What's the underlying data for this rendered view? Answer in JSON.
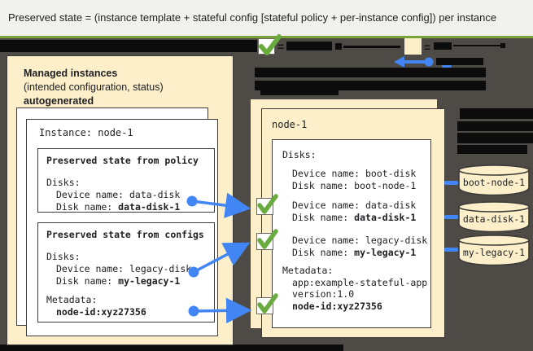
{
  "banner": {
    "text": "Preserved state = (instance template + stateful config [stateful policy + per-instance config]) per instance"
  },
  "colors": {
    "green_divider": "#79a339",
    "check_green": "#6aab40",
    "blue": "#4285f4",
    "cream": "#fcefca",
    "dark_background": "#4e4b46",
    "redacted_bar": "#0c0c0c"
  },
  "legend": {
    "eq": "="
  },
  "left_panel": {
    "title_line1": "Managed instances",
    "title_line2": "(intended configuration, status)",
    "title_line3": "autogenerated",
    "instance_label": "Instance: node-1",
    "policy_box": {
      "title": "Preserved state from policy",
      "disks_heading": "Disks:",
      "device_line": "Device name: data-disk",
      "disk_label": "Disk name: ",
      "disk_value": "data-disk-1"
    },
    "configs_box": {
      "title": "Preserved state from configs",
      "disks_heading": "Disks:",
      "device_line": "Device name: legacy-disk",
      "disk_label": "Disk name: ",
      "disk_value": "my-legacy-1",
      "metadata_heading": "Metadata:",
      "metadata_value": "node-id:xyz27356"
    }
  },
  "right_panel": {
    "title": "node-1",
    "disks_heading": "Disks:",
    "disks": [
      {
        "device_line": "Device name: boot-disk",
        "disk_label": "Disk name: ",
        "disk_value": "boot-node-1"
      },
      {
        "device_line": "Device name: data-disk",
        "disk_label": "Disk name: ",
        "disk_value": "data-disk-1"
      },
      {
        "device_line": "Device name: legacy-disk",
        "disk_label": "Disk name: ",
        "disk_value": "my-legacy-1"
      }
    ],
    "metadata_heading": "Metadata:",
    "metadata_line1": "app:example-stateful-app",
    "metadata_line2": "version:1.0",
    "metadata_bold": "node-id:xyz27356"
  },
  "disk_cylinders": [
    {
      "label": "boot-node-1"
    },
    {
      "label": "data-disk-1"
    },
    {
      "label": "my-legacy-1"
    }
  ]
}
